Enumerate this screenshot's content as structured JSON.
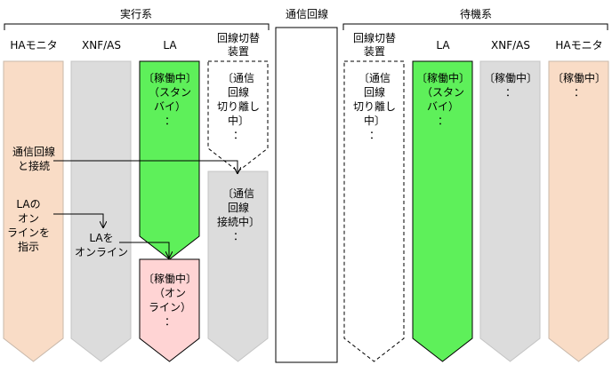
{
  "groups": {
    "active": "実行系",
    "line": "通信回線",
    "standby": "待機系"
  },
  "columns": {
    "active_ha": "HAモニタ",
    "active_xnf": "XNF/AS",
    "active_la": "LA",
    "active_switch": "回線切替\n装置",
    "standby_switch": "回線切替\n装置",
    "standby_la": "LA",
    "standby_xnf": "XNF/AS",
    "standby_ha": "HAモニタ"
  },
  "states": {
    "active_la_standby": "〔稼働中〕\n（スタン\nバイ）\n：",
    "active_switch_disconnected": "〔通信\n回線\n切り離し\n中〕\n：",
    "active_switch_connected": "〔通信\n回線\n接続中〕\n：",
    "active_la_online": "〔稼働中〕\n（オン\nライン）\n：",
    "standby_switch_disconnected": "〔通信\n回線\n切り離し\n中〕\n：",
    "standby_la_standby": "〔稼働中〕\n（スタン\nバイ）\n：",
    "standby_xnf_running": "〔稼働中〕\n：",
    "standby_ha_running": "〔稼働中〕\n："
  },
  "actions": {
    "connect_line": "通信回線\nと接続",
    "instruct_online": "LAの\nオン\nラインを\n指示",
    "la_online": "LAを\nオンライン"
  },
  "colors": {
    "ha": "#f9dcc6",
    "xnf": "#dcdcdc",
    "la_green": "#5ef05a",
    "la_pink": "#ffd4d4",
    "switch_gray": "#dcdcdc"
  }
}
